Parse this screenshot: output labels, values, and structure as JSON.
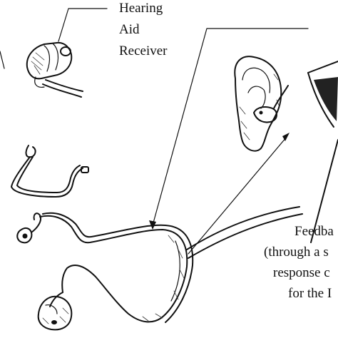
{
  "labels": {
    "receiver": [
      "Hearing",
      "Aid",
      "Receiver"
    ],
    "feedback": [
      "Feedba",
      "(through a s",
      "response c",
      "for the I"
    ]
  },
  "icons": {
    "receiver_tip": "hearing-aid-receiver-closeup",
    "ear": "ear-with-receiver",
    "loose_tube": "receiver-tube-coil",
    "device": "behind-the-ear-hearing-aid",
    "partial_right": "partial-sketch-right-edge"
  },
  "colors": {
    "ink": "#111111",
    "background": "#ffffff"
  }
}
